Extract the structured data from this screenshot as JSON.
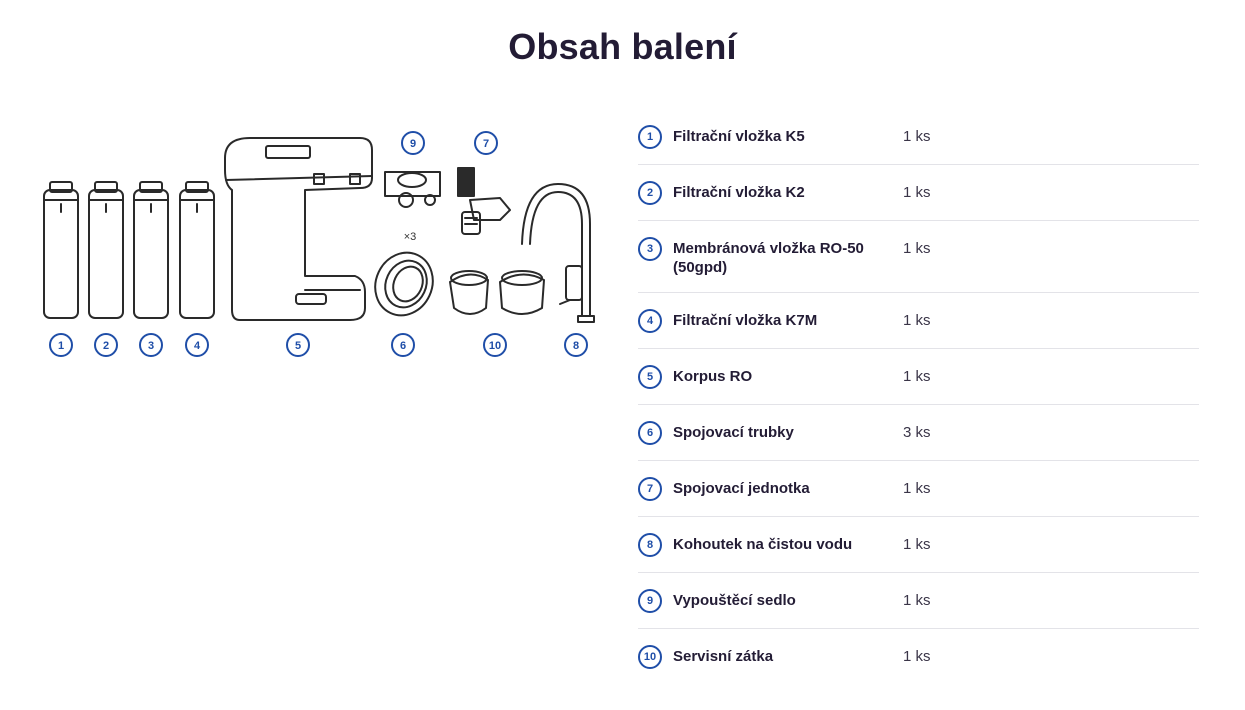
{
  "page": {
    "title": "Obsah balení"
  },
  "illustration": {
    "callouts": [
      "1",
      "2",
      "3",
      "4",
      "5",
      "6",
      "10",
      "8",
      "9",
      "7"
    ],
    "multiplier": "×3"
  },
  "items": [
    {
      "number": "1",
      "name": "Filtrační vložka K5",
      "qty": "1 ks"
    },
    {
      "number": "2",
      "name": "Filtrační vložka K2",
      "qty": "1 ks"
    },
    {
      "number": "3",
      "name": "Membránová vložka RO-50 (50gpd)",
      "qty": "1 ks"
    },
    {
      "number": "4",
      "name": "Filtrační vložka K7M",
      "qty": "1 ks"
    },
    {
      "number": "5",
      "name": "Korpus RO",
      "qty": "1 ks"
    },
    {
      "number": "6",
      "name": "Spojovací trubky",
      "qty": "3 ks"
    },
    {
      "number": "7",
      "name": "Spojovací jednotka",
      "qty": "1 ks"
    },
    {
      "number": "8",
      "name": "Kohoutek na čistou vodu",
      "qty": "1 ks"
    },
    {
      "number": "9",
      "name": "Vypouštěcí sedlo",
      "qty": "1 ks"
    },
    {
      "number": "10",
      "name": "Servisní zátka",
      "qty": "1 ks"
    }
  ],
  "colors": {
    "accent": "#1f4ea8",
    "text": "#231c35",
    "divider": "#e3e3e8"
  }
}
